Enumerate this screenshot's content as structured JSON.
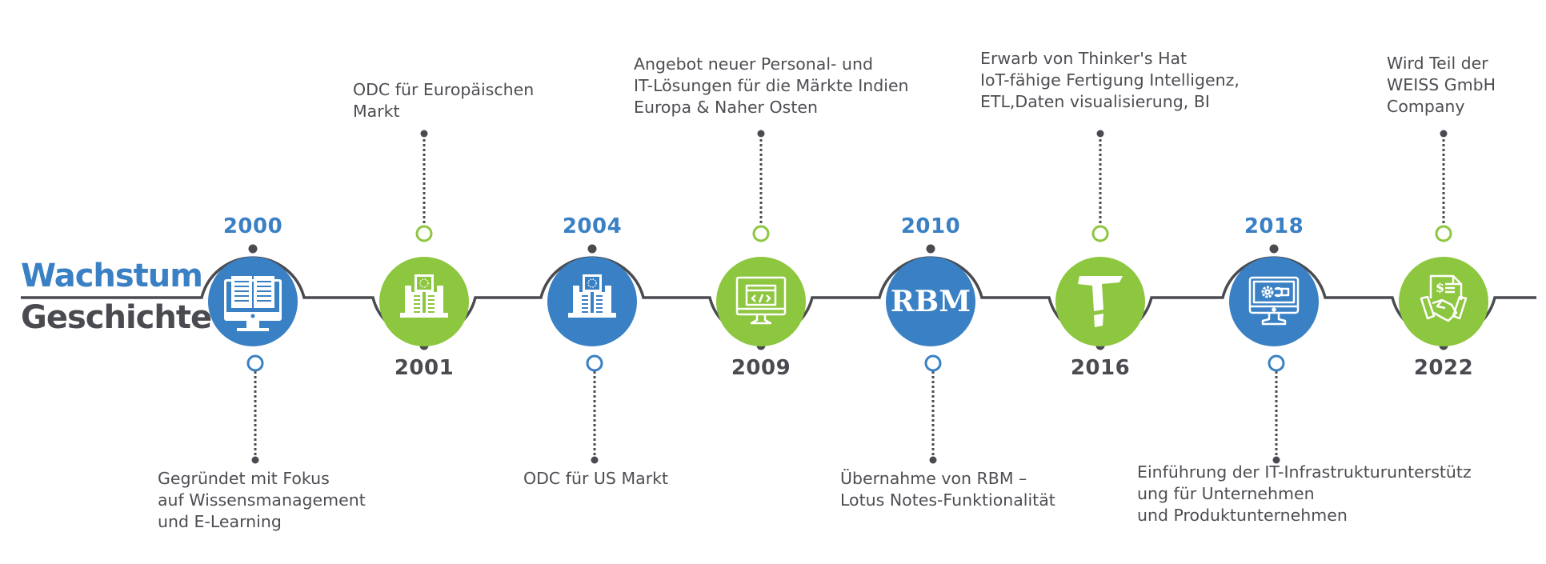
{
  "title": {
    "line1": "Wachstum",
    "line2": "Geschichte"
  },
  "colors": {
    "blue": "#3a80c4",
    "green": "#8dc63f",
    "dark": "#4a4b50",
    "text": "#4d4e53"
  },
  "milestones": [
    {
      "year": "2000",
      "year_position": "top",
      "color": "blue",
      "icon": "monitor-book-icon",
      "desc_position": "bottom",
      "desc": [
        "Gegründet mit Fokus",
        "auf Wissensmanagement",
        "und E-Learning"
      ]
    },
    {
      "year": "2001",
      "year_position": "bottom",
      "color": "green",
      "icon": "building-eu-icon",
      "desc_position": "top",
      "desc": [
        "ODC für Europäischen",
        "Markt"
      ]
    },
    {
      "year": "2004",
      "year_position": "top",
      "color": "blue",
      "icon": "building-us-icon",
      "desc_position": "bottom",
      "desc": [
        "ODC für US Markt"
      ]
    },
    {
      "year": "2009",
      "year_position": "bottom",
      "color": "green",
      "icon": "monitor-code-icon",
      "desc_position": "top",
      "desc": [
        "Angebot neuer Personal- und",
        "IT-Lösungen für die Märkte Indien",
        "Europa & Naher Osten"
      ]
    },
    {
      "year": "2010",
      "year_position": "top",
      "color": "blue",
      "icon": "rbm-logo-icon",
      "icon_text": "RBM",
      "desc_position": "bottom",
      "desc": [
        "Übernahme von RBM –",
        "Lotus Notes-Funktionalität"
      ]
    },
    {
      "year": "2016",
      "year_position": "bottom",
      "color": "green",
      "icon": "thinkers-hat-logo-icon",
      "desc_position": "top",
      "desc": [
        "Erwarb von Thinker's Hat",
        "IoT-fähige Fertigung Intelligenz,",
        "ETL,Daten visualisierung, BI"
      ]
    },
    {
      "year": "2018",
      "year_position": "top",
      "color": "blue",
      "icon": "monitor-gear-wrench-icon",
      "desc_position": "bottom",
      "desc": [
        "Einführung der IT-Infrastrukturunterstütz",
        "ung für Unternehmen",
        "und Produktunternehmen"
      ]
    },
    {
      "year": "2022",
      "year_position": "bottom",
      "color": "green",
      "icon": "handshake-contract-icon",
      "desc_position": "top",
      "desc": [
        "Wird Teil der",
        "WEISS GmbH",
        "Company"
      ]
    }
  ]
}
